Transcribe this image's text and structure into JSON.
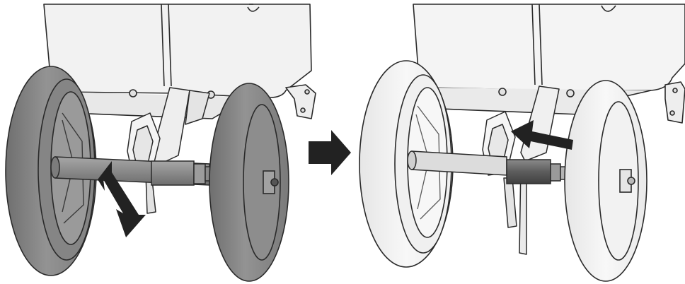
{
  "diagram": {
    "panels": [
      {
        "state": "before",
        "wheel_color": "#8a8a8a",
        "axle_color": "#8e8e8e",
        "arrow": "double-headed-diagonal"
      },
      {
        "state": "after",
        "wheel_color": "#f1f1f1",
        "axle_color": "#6e6e6e",
        "arrow": "single-headed-left"
      }
    ],
    "transition_arrow": "right-arrow",
    "colors": {
      "frame": "#f2f2f2",
      "outline": "#2a2a2a",
      "arrow": "#222222"
    }
  }
}
